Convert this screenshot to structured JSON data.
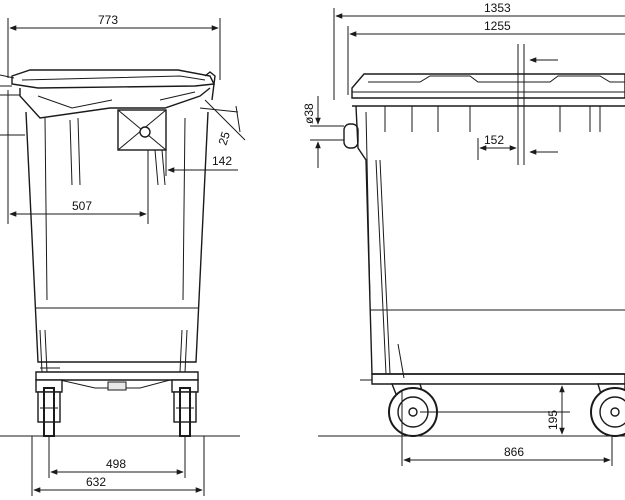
{
  "dimensions": {
    "front_overall_width": "773",
    "front_handle_offset": "507",
    "front_wheel_track": "498",
    "front_base_width": "632",
    "front_bracket": "142",
    "front_angle": "25",
    "side_overall_width": "1353",
    "side_body_width": "1255",
    "side_trunnion_diameter": "ø38",
    "side_lid_detail": "152",
    "side_wheel_height": "195",
    "side_wheelbase": "866"
  }
}
